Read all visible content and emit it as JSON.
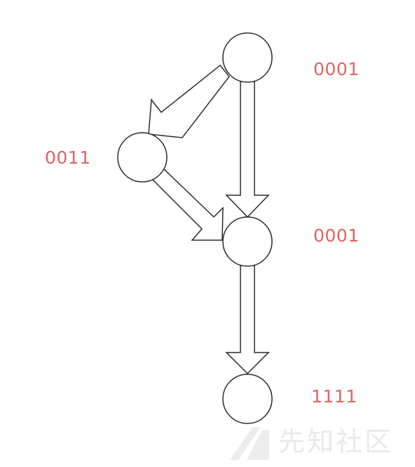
{
  "diagram": {
    "nodes": [
      {
        "id": "top",
        "label": "0001"
      },
      {
        "id": "left",
        "label": "0011"
      },
      {
        "id": "mid",
        "label": "0001"
      },
      {
        "id": "bottom",
        "label": "1111"
      }
    ],
    "edges": [
      {
        "from": "top",
        "to": "left"
      },
      {
        "from": "top",
        "to": "mid"
      },
      {
        "from": "left",
        "to": "mid"
      },
      {
        "from": "mid",
        "to": "bottom"
      }
    ]
  },
  "colors": {
    "label": "#e06363",
    "stroke": "#2b2b2b",
    "node_fill": "#ffffff",
    "watermark": "#e9e9e9"
  },
  "watermark": {
    "text": "先知社区",
    "icon": "xianzhi-logo-icon"
  }
}
